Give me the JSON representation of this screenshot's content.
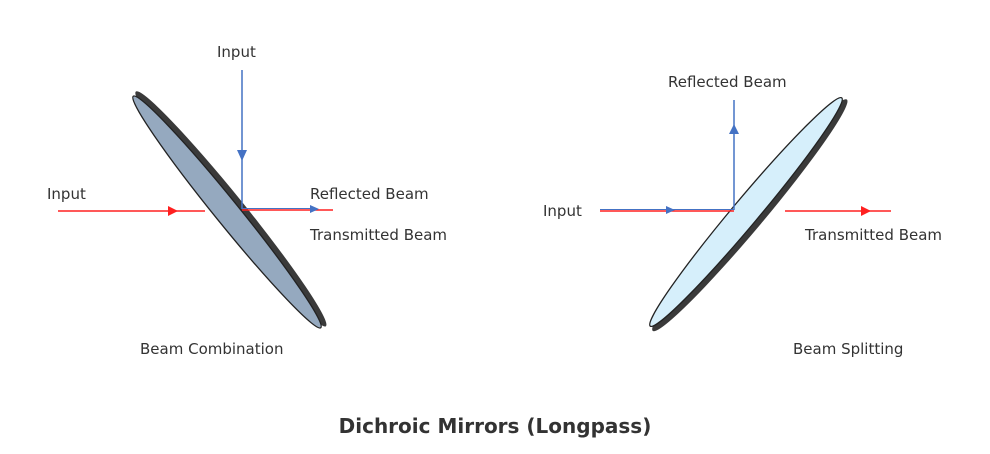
{
  "title": "Dichroic Mirrors (Longpass)",
  "left_diagram": {
    "caption": "Beam Combination",
    "input_top": "Input",
    "input_left": "Input",
    "reflected": "Reflected Beam",
    "transmitted": "Transmitted Beam",
    "mirror_color": "#95a9bf"
  },
  "right_diagram": {
    "caption": "Beam Splitting",
    "input": "Input",
    "reflected": "Reflected Beam",
    "transmitted": "Transmitted Beam",
    "mirror_color": "#d6effb"
  },
  "colors": {
    "red_beam": "#ff2020",
    "blue_beam": "#4472c4"
  }
}
